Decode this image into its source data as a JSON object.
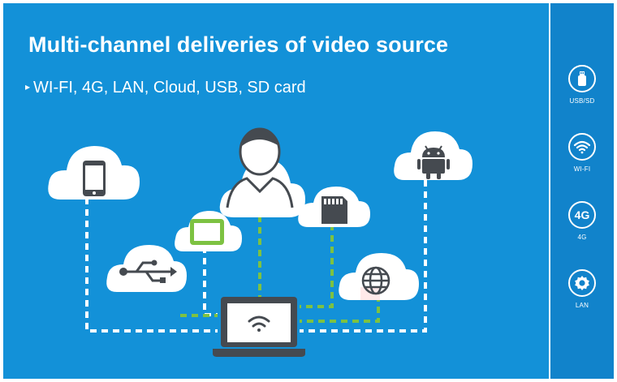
{
  "slide": {
    "title": "Multi-channel deliveries of video source",
    "subtitle_bullet": "▸",
    "subtitle": "WI-FI, 4G, LAN, Cloud, USB, SD card"
  },
  "sidebar": {
    "items": [
      {
        "label": "USB/SD",
        "icon": "usb-stick-icon"
      },
      {
        "label": "WI-FI",
        "icon": "wifi-icon"
      },
      {
        "label": "4G",
        "icon": "4g-icon",
        "glyph": "4G"
      },
      {
        "label": "LAN",
        "icon": "lan-gear-icon"
      }
    ]
  },
  "colors": {
    "background": "#1391d8",
    "sidebar": "#1183cb",
    "dashed_white": "#ffffff",
    "dashed_green": "#7dc242",
    "cloud": "#ffffff",
    "device": "#454a50"
  },
  "diagram": {
    "clouds": [
      "smartphone",
      "tablet",
      "usb",
      "user",
      "sd-card",
      "globe",
      "android"
    ]
  }
}
